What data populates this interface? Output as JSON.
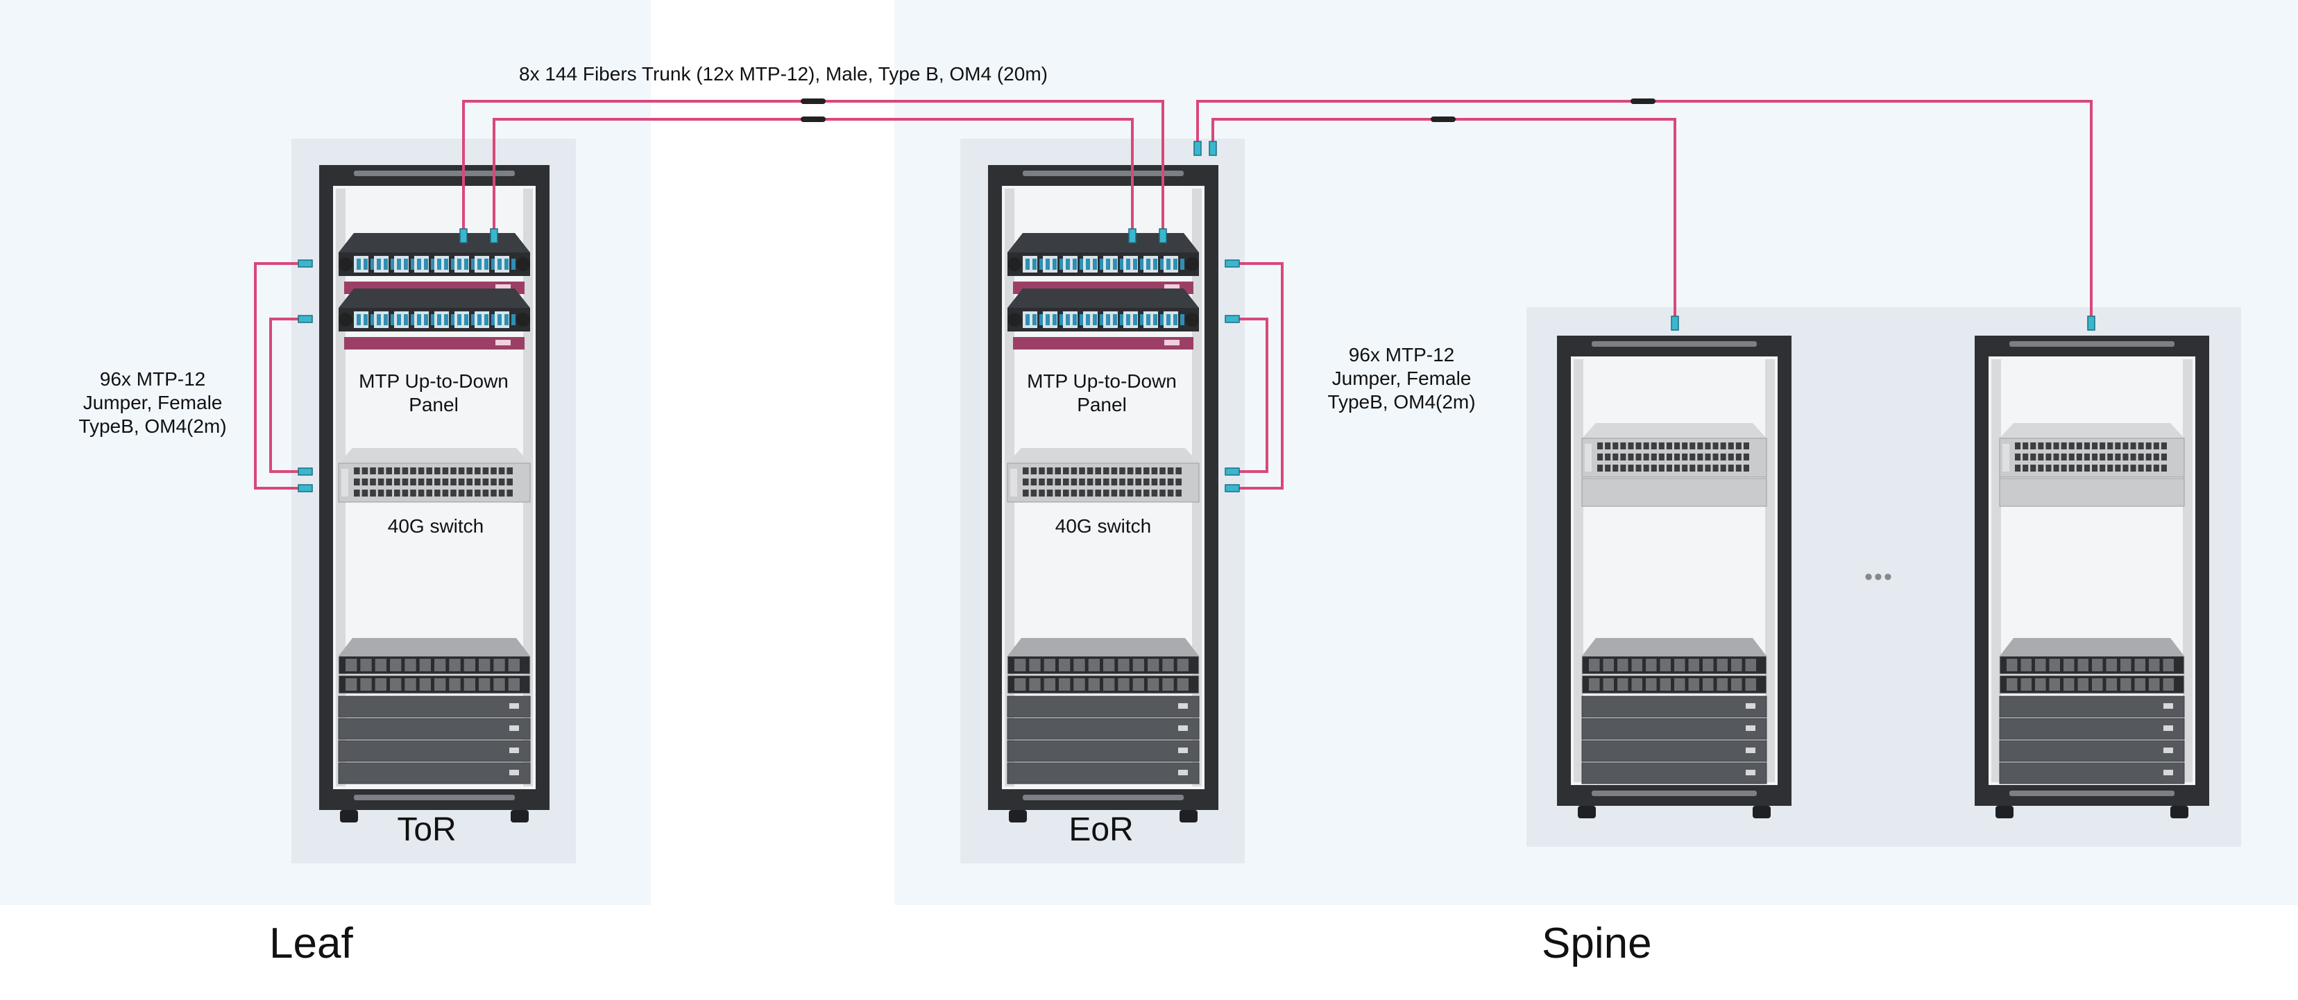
{
  "sections": {
    "leaf_label": "Leaf",
    "spine_label": "Spine"
  },
  "racks": {
    "tor_label": "ToR",
    "eor_label": "EoR",
    "panel_label_tor": "MTP Up-to-Down\nPanel",
    "panel_label_eor": "MTP Up-to-Down\nPanel",
    "switch_label_tor": "40G switch",
    "switch_label_eor": "40G switch"
  },
  "cables": {
    "trunk_label": "8x 144 Fibers Trunk (12x MTP-12), Male, Type B, OM4 (20m)",
    "jumper_label_left": "96x MTP-12\nJumper, Female\nTypeB, OM4(2m)",
    "jumper_label_right": "96x MTP-12\nJumper, Female\nTypeB, OM4(2m)"
  },
  "ellipsis": "•••",
  "colors": {
    "cable": "#d9487a",
    "connector": "#39b7cf",
    "zone_bg": "#f2f7fc",
    "panel_bg": "#e5eaf0",
    "rack_frame": "#2e3033",
    "enclosure": "#9c3f66"
  }
}
